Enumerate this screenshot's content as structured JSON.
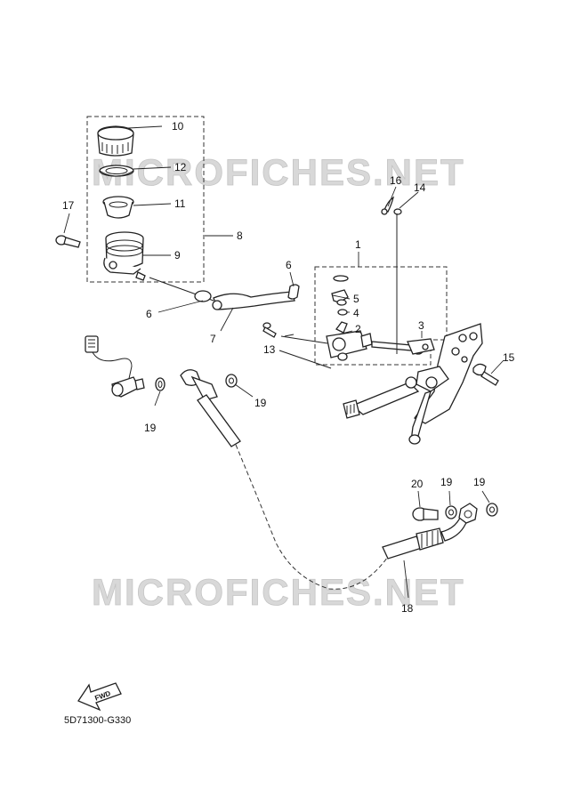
{
  "watermark": "MICROFICHES.NET",
  "diagram_code": "5D71300-G330",
  "fwd_label": "FWD",
  "callouts": {
    "c1": "1",
    "c2": "2",
    "c3": "3",
    "c4": "4",
    "c5": "5",
    "c6a": "6",
    "c6b": "6",
    "c7": "7",
    "c8": "8",
    "c9": "9",
    "c10": "10",
    "c11": "11",
    "c12": "12",
    "c13": "13",
    "c14": "14",
    "c15": "15",
    "c16": "16",
    "c17": "17",
    "c18": "18",
    "c19a": "19",
    "c19b": "19",
    "c19c": "19",
    "c19d": "19",
    "c20": "20"
  }
}
